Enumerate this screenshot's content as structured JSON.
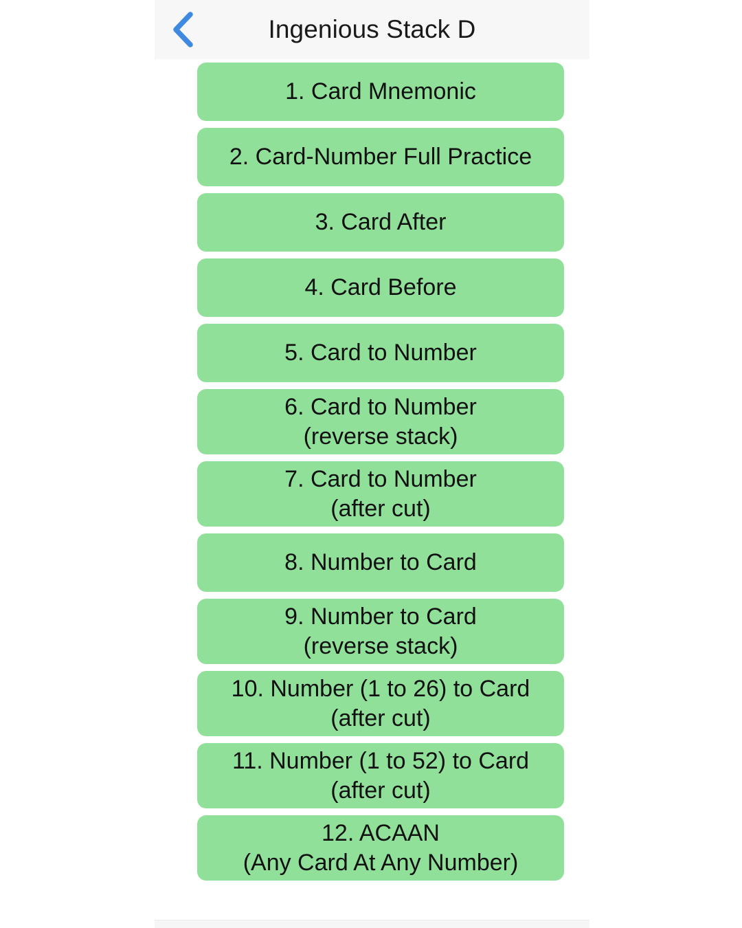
{
  "app": {
    "background_color": "#ffffff",
    "accent_color": "#3f8ae0",
    "button_color": "#90e09a",
    "header_background": "#f7f7f7"
  },
  "header": {
    "title": "Ingenious Stack D",
    "back_icon": "chevron-left-icon"
  },
  "menu": {
    "items": [
      {
        "label": "1. Card Mnemonic",
        "lines": 1
      },
      {
        "label": "2. Card-Number Full Practice",
        "lines": 1
      },
      {
        "label": "3. Card After",
        "lines": 1
      },
      {
        "label": "4. Card Before",
        "lines": 1
      },
      {
        "label": "5. Card to Number",
        "lines": 1
      },
      {
        "label": "6. Card to Number\n(reverse stack)",
        "lines": 2
      },
      {
        "label": "7. Card to Number\n(after cut)",
        "lines": 2
      },
      {
        "label": "8. Number to Card",
        "lines": 1
      },
      {
        "label": "9. Number to Card\n(reverse stack)",
        "lines": 2
      },
      {
        "label": "10. Number (1 to 26) to Card\n(after cut)",
        "lines": 2
      },
      {
        "label": "11. Number (1 to 52) to Card\n(after cut)",
        "lines": 2
      },
      {
        "label": "12. ACAAN\n(Any Card At Any Number)",
        "lines": 2
      }
    ]
  }
}
